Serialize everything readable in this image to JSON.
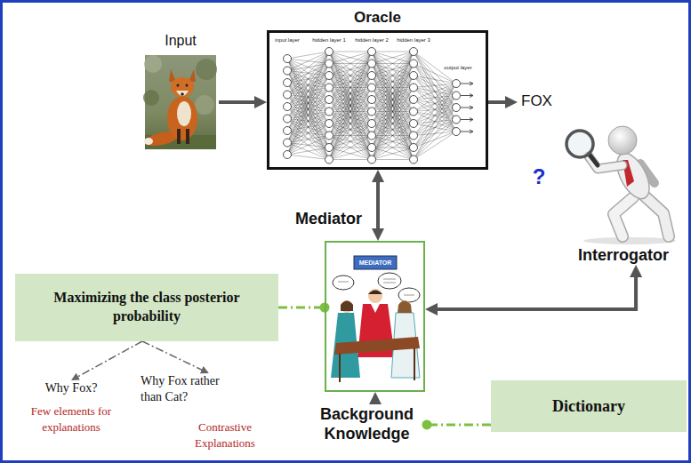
{
  "diagram": {
    "nodes": [
      {
        "text": [
          "Input"
        ]
      },
      {
        "text": [
          "Oracle"
        ]
      },
      {
        "text": [
          "FOX"
        ]
      },
      {
        "text": [
          "Interrogator"
        ]
      },
      {
        "text": [
          "Mediator"
        ]
      },
      {
        "text": [
          "Maximizing the class posterior probability"
        ]
      },
      {
        "text": [
          "Why Fox?",
          "Few elements for explanations"
        ]
      },
      {
        "text": [
          "Why Fox rather than Cat?",
          "Contrastive Explanations"
        ]
      },
      {
        "text": [
          "Background Knowledge"
        ]
      },
      {
        "text": [
          "Dictionary"
        ]
      }
    ],
    "edges": [
      {
        "from": 0,
        "to": 1,
        "arrow": "to"
      },
      {
        "from": 1,
        "to": 2,
        "arrow": "to"
      },
      {
        "from": 1,
        "to": 4,
        "arrow": "both"
      },
      {
        "from": 3,
        "to": 4,
        "arrow": "both"
      },
      {
        "from": 5,
        "to": 4,
        "arrow": "none"
      },
      {
        "from": 5,
        "to": 6,
        "arrow": "to"
      },
      {
        "from": 5,
        "to": 7,
        "arrow": "to"
      },
      {
        "from": 8,
        "to": 4,
        "arrow": "to"
      },
      {
        "from": 9,
        "to": 8,
        "arrow": "none"
      }
    ],
    "labels": [
      "input layer",
      "hidden layer 1",
      "hidden layer 2",
      "hidden layer 3",
      "output layer",
      "?",
      "MEDIATOR"
    ]
  }
}
